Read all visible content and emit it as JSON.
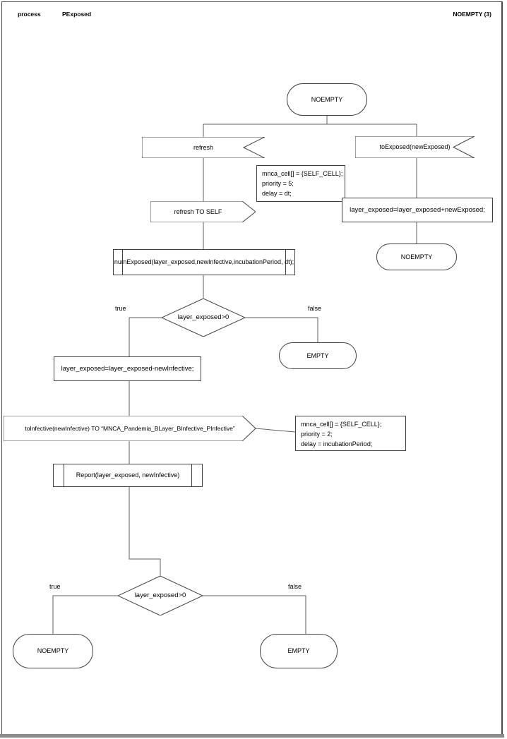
{
  "header": {
    "kind_label": "process",
    "process_name": "PExposed",
    "state_label": "NOEMPTY (3)"
  },
  "colors": {
    "shape_stroke": "#414141",
    "connector": "#5f5f5f",
    "text": "#000000",
    "window_edge": "#8c8c8c",
    "background": "#ffffff"
  },
  "diagram": {
    "start_state": "NOEMPTY",
    "receive_refresh": "refresh",
    "receive_to_exposed": "toExposed(newExposed)",
    "send_refresh_self": "refresh TO SELF",
    "note_refresh": {
      "lines": [
        "mnca_cell[] = {SELF_CELL};",
        "priority = 5;",
        "delay = dt;"
      ]
    },
    "assign_add": "layer_exposed=layer_exposed+newExposed;",
    "end_noempty_right": "NOEMPTY",
    "call_num_exposed": "numExposed(layer_exposed,newInfective,incubationPeriod, dt);",
    "decision1": {
      "condition": "layer_exposed>0",
      "true_label": "true",
      "false_label": "false"
    },
    "end_empty_mid": "EMPTY",
    "assign_sub": "layer_exposed=layer_exposed-newInfective;",
    "send_to_infective": "toInfective(newInfective) TO “MNCA_Pandemia_BLayer_BInfective_PInfective”",
    "note_infective": {
      "lines": [
        "mnca_cell[] = {SELF_CELL};",
        "priority = 2;",
        "delay = incubationPeriod;"
      ]
    },
    "call_report": "Report(layer_exposed, newInfective)",
    "decision2": {
      "condition": "layer_exposed>0",
      "true_label": "true",
      "false_label": "false"
    },
    "end_noempty_bottom": "NOEMPTY",
    "end_empty_bottom": "EMPTY"
  }
}
